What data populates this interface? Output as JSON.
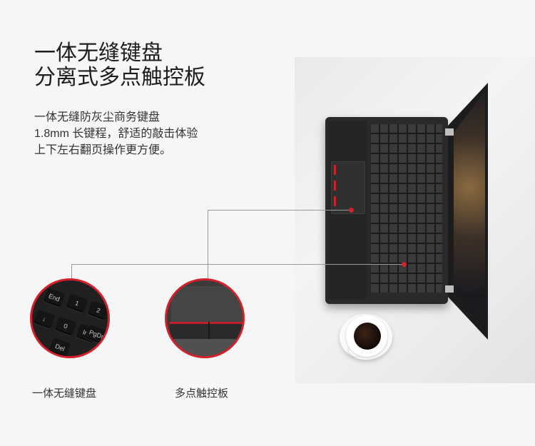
{
  "heading": {
    "line1": "一体无缝键盘",
    "line2": "分离式多点触控板"
  },
  "description": {
    "line1": "一体无缝防灰尘商务键盘",
    "line2": "1.8mm 长键程，舒适的敲击体验",
    "line3": "上下左右翻页操作更方便。"
  },
  "keyboard_detail": {
    "keys": [
      {
        "label": "End"
      },
      {
        "label": "1"
      },
      {
        "label": "2"
      },
      {
        "label": "↓"
      },
      {
        "label": "0"
      },
      {
        "label": "Ins"
      },
      {
        "label": "PgDn"
      },
      {
        "label": "Del"
      }
    ]
  },
  "captions": {
    "keyboard": "一体无缝键盘",
    "touchpad": "多点触控板"
  },
  "colors": {
    "accent": "#d3202b",
    "line": "#9a9a9a",
    "background": "#f6f6f6"
  }
}
